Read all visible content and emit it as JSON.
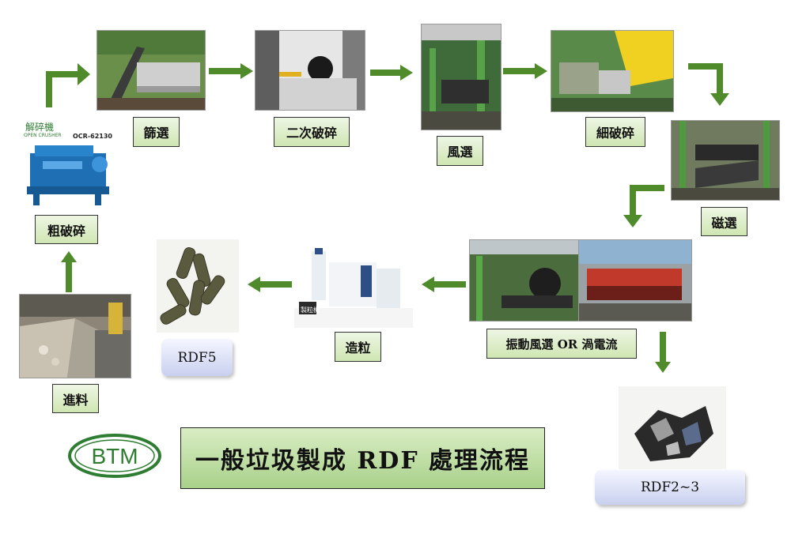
{
  "logo": {
    "text": "BTM"
  },
  "title": "一般垃圾製成 RDF 處理流程",
  "steps": {
    "feed": "進料",
    "coarse_crush": "粗破碎",
    "screening": "篩選",
    "secondary_crush": "二次破碎",
    "air_sort": "風選",
    "fine_crush": "細破碎",
    "magnetic_sort": "磁選",
    "vibration_or_eddy": "振動風選 OR 渦電流",
    "pelletize": "造粒"
  },
  "outputs": {
    "rdf5": "RDF5",
    "rdf23": "RDF2~3"
  },
  "machine_image": {
    "caption_cn": "解碎機",
    "caption_en": "OPEN CRUSHER",
    "model": "OCR-62130"
  },
  "pellet_machine_sign": "製粒機",
  "colors": {
    "arrow_green": "#4f8a2b",
    "label_green": "#cfe6b2",
    "title_green": "#a9d18a",
    "logo_green": "#2e7d32",
    "machine_blue": "#1f6fb5"
  }
}
